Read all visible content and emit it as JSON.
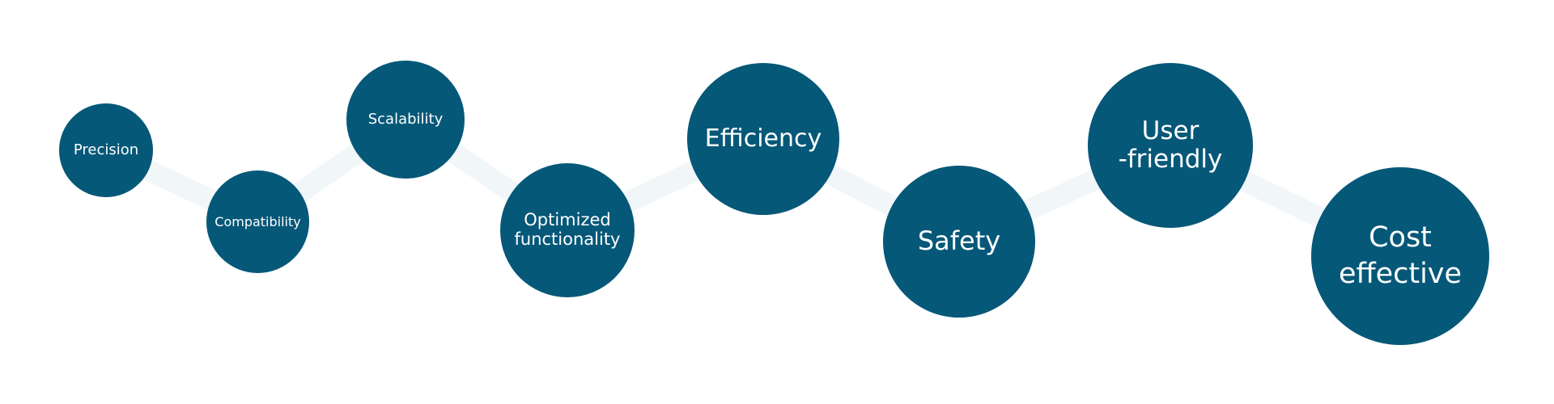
{
  "colors": {
    "bubble": "#065878",
    "text": "#ffffff",
    "connector": "#f1f6f9",
    "background": "#ffffff"
  },
  "nodes": [
    {
      "label": "Precision"
    },
    {
      "label": "Compatibility"
    },
    {
      "label": "Scalability"
    },
    {
      "label": "Optimized\nfunctionality"
    },
    {
      "label": "Efficiency"
    },
    {
      "label": "Safety"
    },
    {
      "label": "User\n-friendly"
    },
    {
      "label": "Cost\neffective"
    }
  ]
}
